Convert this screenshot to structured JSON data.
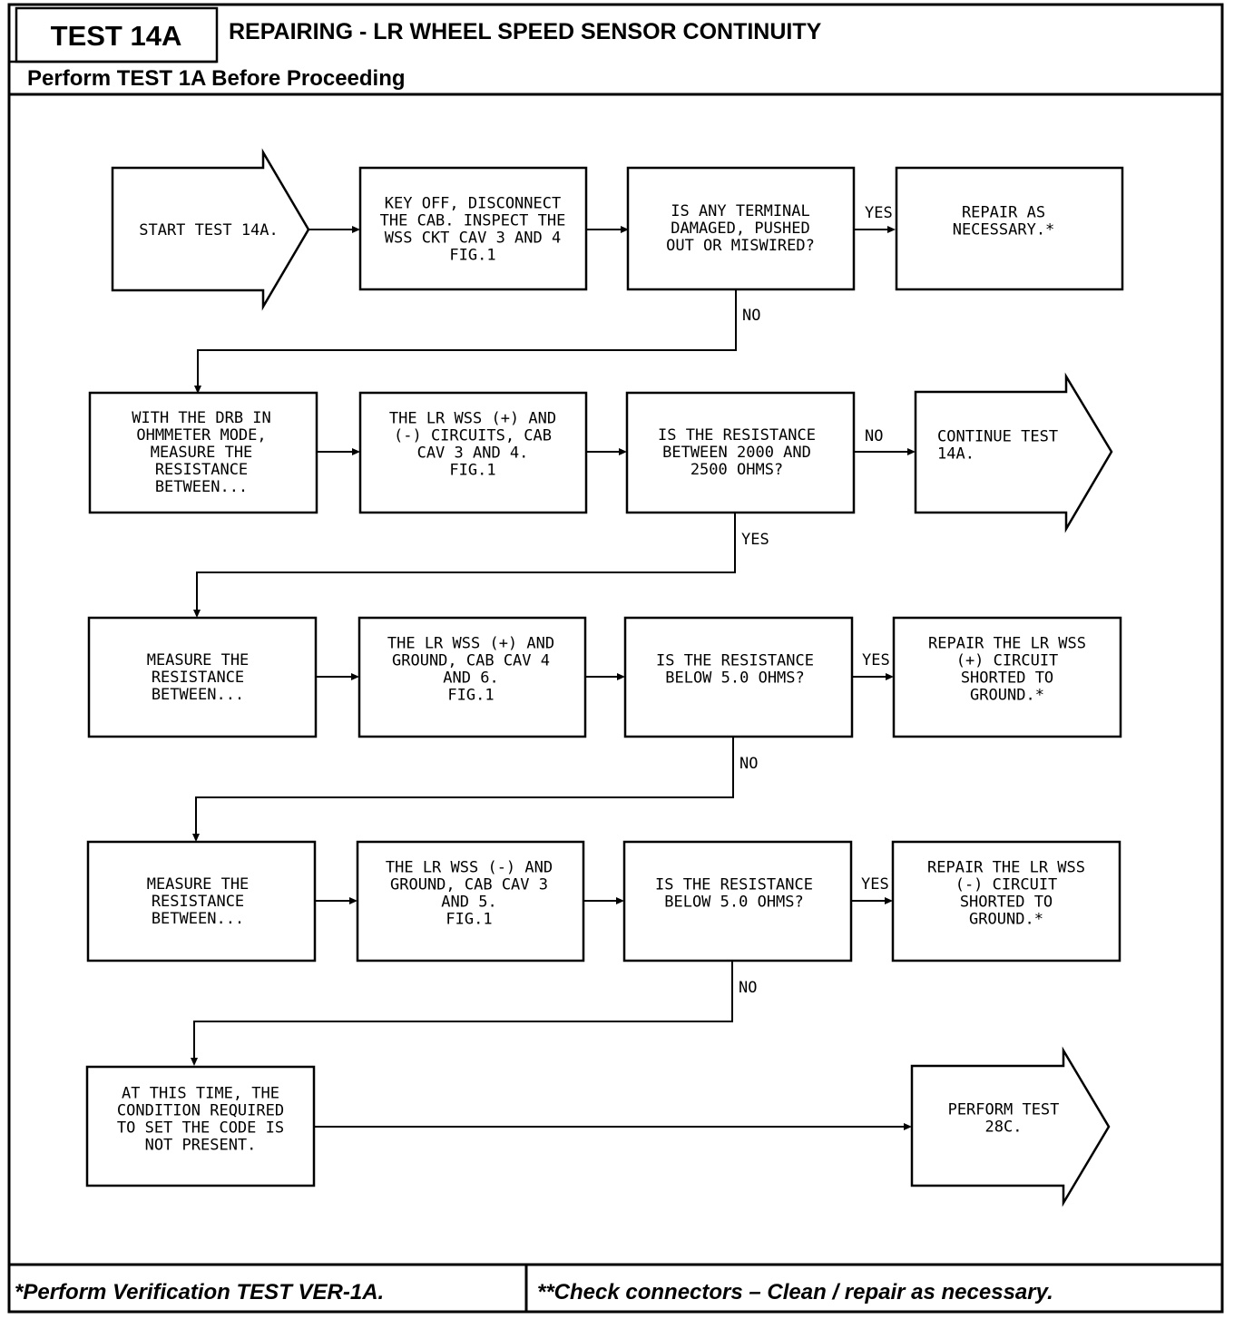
{
  "header": {
    "test_id": "TEST 14A",
    "title": "REPAIRING - LR WHEEL SPEED SENSOR CONTINUITY",
    "subtitle": "Perform TEST 1A Before Proceeding"
  },
  "boxes": {
    "start": [
      "START TEST 14A."
    ],
    "r1b": [
      "KEY OFF, DISCONNECT",
      "THE CAB. INSPECT THE",
      "WSS CKT CAV 3 AND 4",
      "FIG.1"
    ],
    "r1c": [
      "IS ANY TERMINAL",
      "DAMAGED, PUSHED",
      "OUT OR MISWIRED?"
    ],
    "r1d": [
      "REPAIR AS",
      "NECESSARY.*"
    ],
    "r2a": [
      "WITH THE DRB IN",
      "OHMMETER MODE,",
      "MEASURE THE",
      "RESISTANCE",
      "BETWEEN..."
    ],
    "r2b": [
      "THE LR WSS (+) AND",
      "(-) CIRCUITS, CAB",
      "CAV 3 AND 4.",
      "FIG.1"
    ],
    "r2c": [
      "IS THE RESISTANCE",
      "BETWEEN 2000 AND",
      "2500 OHMS?"
    ],
    "r2d": [
      "CONTINUE TEST",
      "14A."
    ],
    "r3a": [
      "MEASURE THE",
      "RESISTANCE",
      "BETWEEN..."
    ],
    "r3b": [
      "THE LR WSS (+) AND",
      "GROUND, CAB CAV 4",
      "AND 6.",
      "FIG.1"
    ],
    "r3c": [
      "IS THE RESISTANCE",
      "BELOW 5.0 OHMS?"
    ],
    "r3d": [
      "REPAIR THE LR WSS",
      "(+) CIRCUIT",
      "SHORTED TO",
      "GROUND.*"
    ],
    "r4a": [
      "MEASURE THE",
      "RESISTANCE",
      "BETWEEN..."
    ],
    "r4b": [
      "THE LR WSS (-) AND",
      "GROUND, CAB CAV 3",
      "AND 5.",
      "FIG.1"
    ],
    "r4c": [
      "IS THE RESISTANCE",
      "BELOW 5.0 OHMS?"
    ],
    "r4d": [
      "REPAIR THE LR WSS",
      "(-) CIRCUIT",
      "SHORTED TO",
      "GROUND.*"
    ],
    "r5a": [
      "AT THIS TIME, THE",
      "CONDITION REQUIRED",
      "TO SET THE CODE IS",
      "NOT PRESENT."
    ],
    "r5d": [
      "PERFORM TEST",
      "28C."
    ]
  },
  "labels": {
    "yes1": "YES",
    "no1": "NO",
    "no2": "NO",
    "yes2": "YES",
    "yes3": "YES",
    "no3": "NO",
    "yes4": "YES",
    "no4": "NO"
  },
  "footer": {
    "left": "*Perform Verification TEST VER-1A.",
    "right": "**Check connectors – Clean / repair as necessary."
  }
}
